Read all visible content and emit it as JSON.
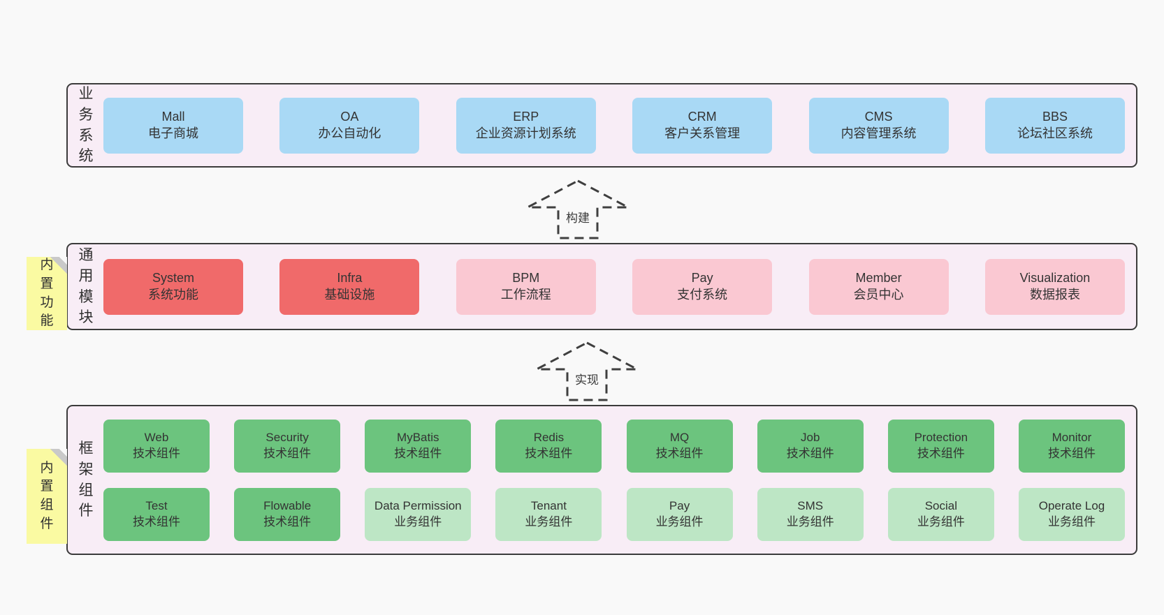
{
  "diagram": {
    "bands": [
      {
        "label": "业务系统",
        "boxes": [
          {
            "en": "Mall",
            "cn": "电子商城"
          },
          {
            "en": "OA",
            "cn": "办公自动化"
          },
          {
            "en": "ERP",
            "cn": "企业资源计划系统"
          },
          {
            "en": "CRM",
            "cn": "客户关系管理"
          },
          {
            "en": "CMS",
            "cn": "内容管理系统"
          },
          {
            "en": "BBS",
            "cn": "论坛社区系统"
          }
        ]
      },
      {
        "label": "通用模块",
        "note": "内置功能",
        "boxes": [
          {
            "en": "System",
            "cn": "系统功能"
          },
          {
            "en": "Infra",
            "cn": "基础设施"
          },
          {
            "en": "BPM",
            "cn": "工作流程"
          },
          {
            "en": "Pay",
            "cn": "支付系统"
          },
          {
            "en": "Member",
            "cn": "会员中心"
          },
          {
            "en": "Visualization",
            "cn": "数据报表"
          }
        ]
      },
      {
        "label": "框架组件",
        "note": "内置组件",
        "rows": [
          [
            {
              "en": "Web",
              "cn": "技术组件"
            },
            {
              "en": "Security",
              "cn": "技术组件"
            },
            {
              "en": "MyBatis",
              "cn": "技术组件"
            },
            {
              "en": "Redis",
              "cn": "技术组件"
            },
            {
              "en": "MQ",
              "cn": "技术组件"
            },
            {
              "en": "Job",
              "cn": "技术组件"
            },
            {
              "en": "Protection",
              "cn": "技术组件"
            },
            {
              "en": "Monitor",
              "cn": "技术组件"
            }
          ],
          [
            {
              "en": "Test",
              "cn": "技术组件"
            },
            {
              "en": "Flowable",
              "cn": "技术组件"
            },
            {
              "en": "Data Permission",
              "cn": "业务组件"
            },
            {
              "en": "Tenant",
              "cn": "业务组件"
            },
            {
              "en": "Pay",
              "cn": "业务组件"
            },
            {
              "en": "SMS",
              "cn": "业务组件"
            },
            {
              "en": "Social",
              "cn": "业务组件"
            },
            {
              "en": "Operate Log",
              "cn": "业务组件"
            }
          ]
        ]
      }
    ],
    "arrows": [
      {
        "label": "构建"
      },
      {
        "label": "实现"
      }
    ],
    "colors": {
      "page_bg": "#f9f9f9",
      "band_bg": "#f8edf6",
      "band_border": "#3b3b3b",
      "blue": "#a9d9f5",
      "red": "#f06a6a",
      "pink": "#fac8d2",
      "green": "#6cc47e",
      "light_green": "#bde6c5",
      "sticky_yellow": "#fafaa2",
      "arrow_stroke": "#3f3f3f",
      "text": "#333333"
    }
  }
}
